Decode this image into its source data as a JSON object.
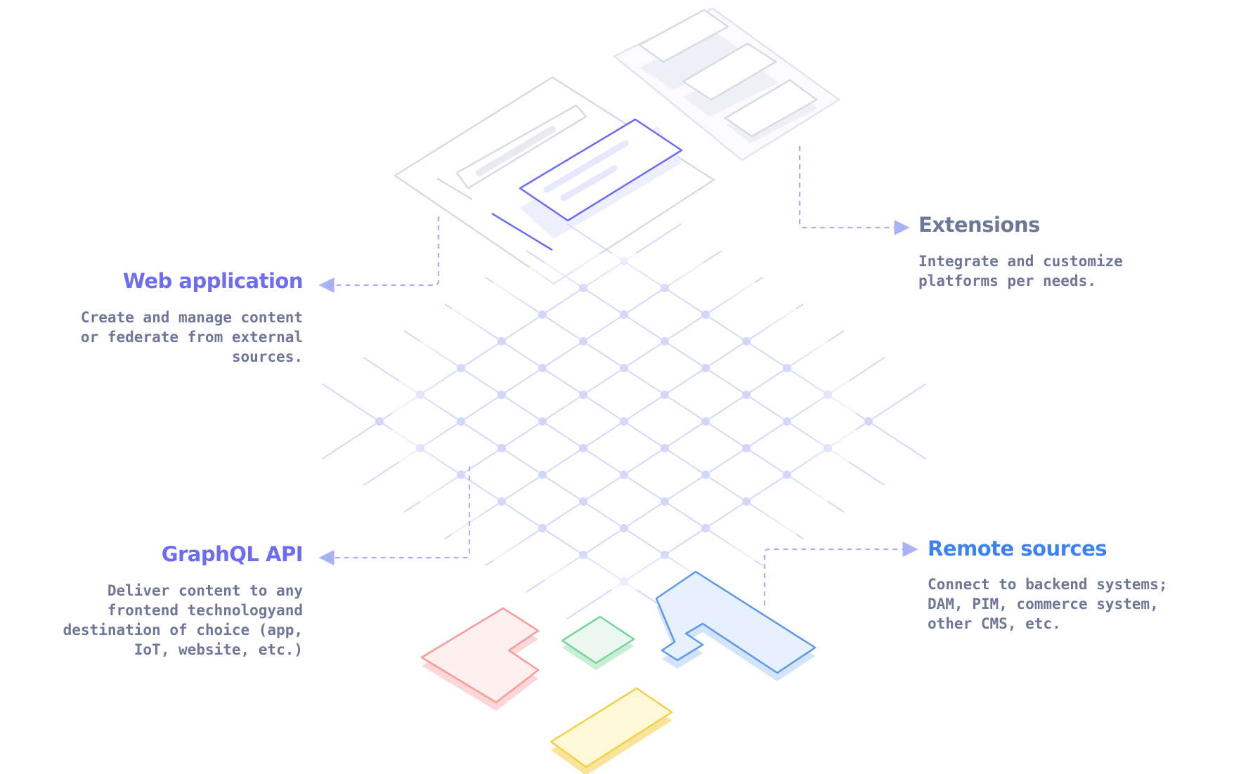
{
  "sections": {
    "web_application": {
      "title": "Web application",
      "description": "Create and manage content\nor federate from external\nsources."
    },
    "graphql_api": {
      "title": "GraphQL API",
      "description": "Deliver content to any\nfrontend technologyand\ndestination of choice (app,\nIoT, website, etc.)"
    },
    "extensions": {
      "title": "Extensions",
      "description": "Integrate and customize\nplatforms per needs."
    },
    "remote_sources": {
      "title": "Remote sources",
      "description": "Connect to backend systems;\nDAM, PIM, commerce system,\nother CMS, etc."
    }
  },
  "colors": {
    "web_application": "#6c6cf5",
    "graphql_api": "#6c6cf5",
    "extensions": "#6e7797",
    "remote_sources": "#3b82f6",
    "description": "#6e7797",
    "connector": "#a9b2f5",
    "grid_line": "#d4d8fb",
    "grid_node": "#d2d7fb",
    "panel_stroke": "#d7dbe6",
    "panel_fill": "#ffffff",
    "card_active": "#6c6cf5",
    "tile_red": "#fb9a9a",
    "tile_green": "#74d39a",
    "tile_yellow": "#f3d04a",
    "tile_blue": "#5e98ea"
  }
}
